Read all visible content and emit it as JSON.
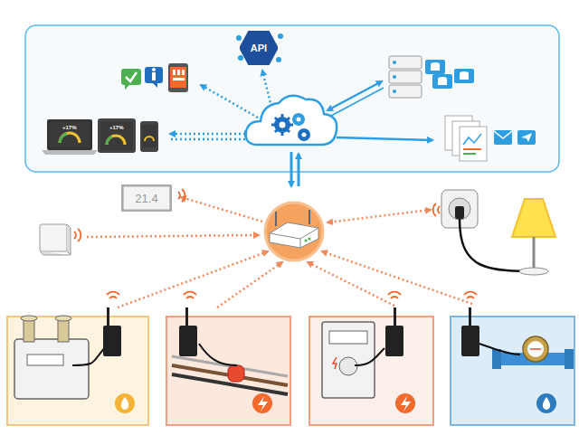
{
  "diagram": {
    "nodes": [
      {
        "text": [
          "API"
        ]
      },
      {
        "text": [
          "21.4"
        ]
      }
    ],
    "labels": [
      "+17%",
      "+17%"
    ]
  }
}
